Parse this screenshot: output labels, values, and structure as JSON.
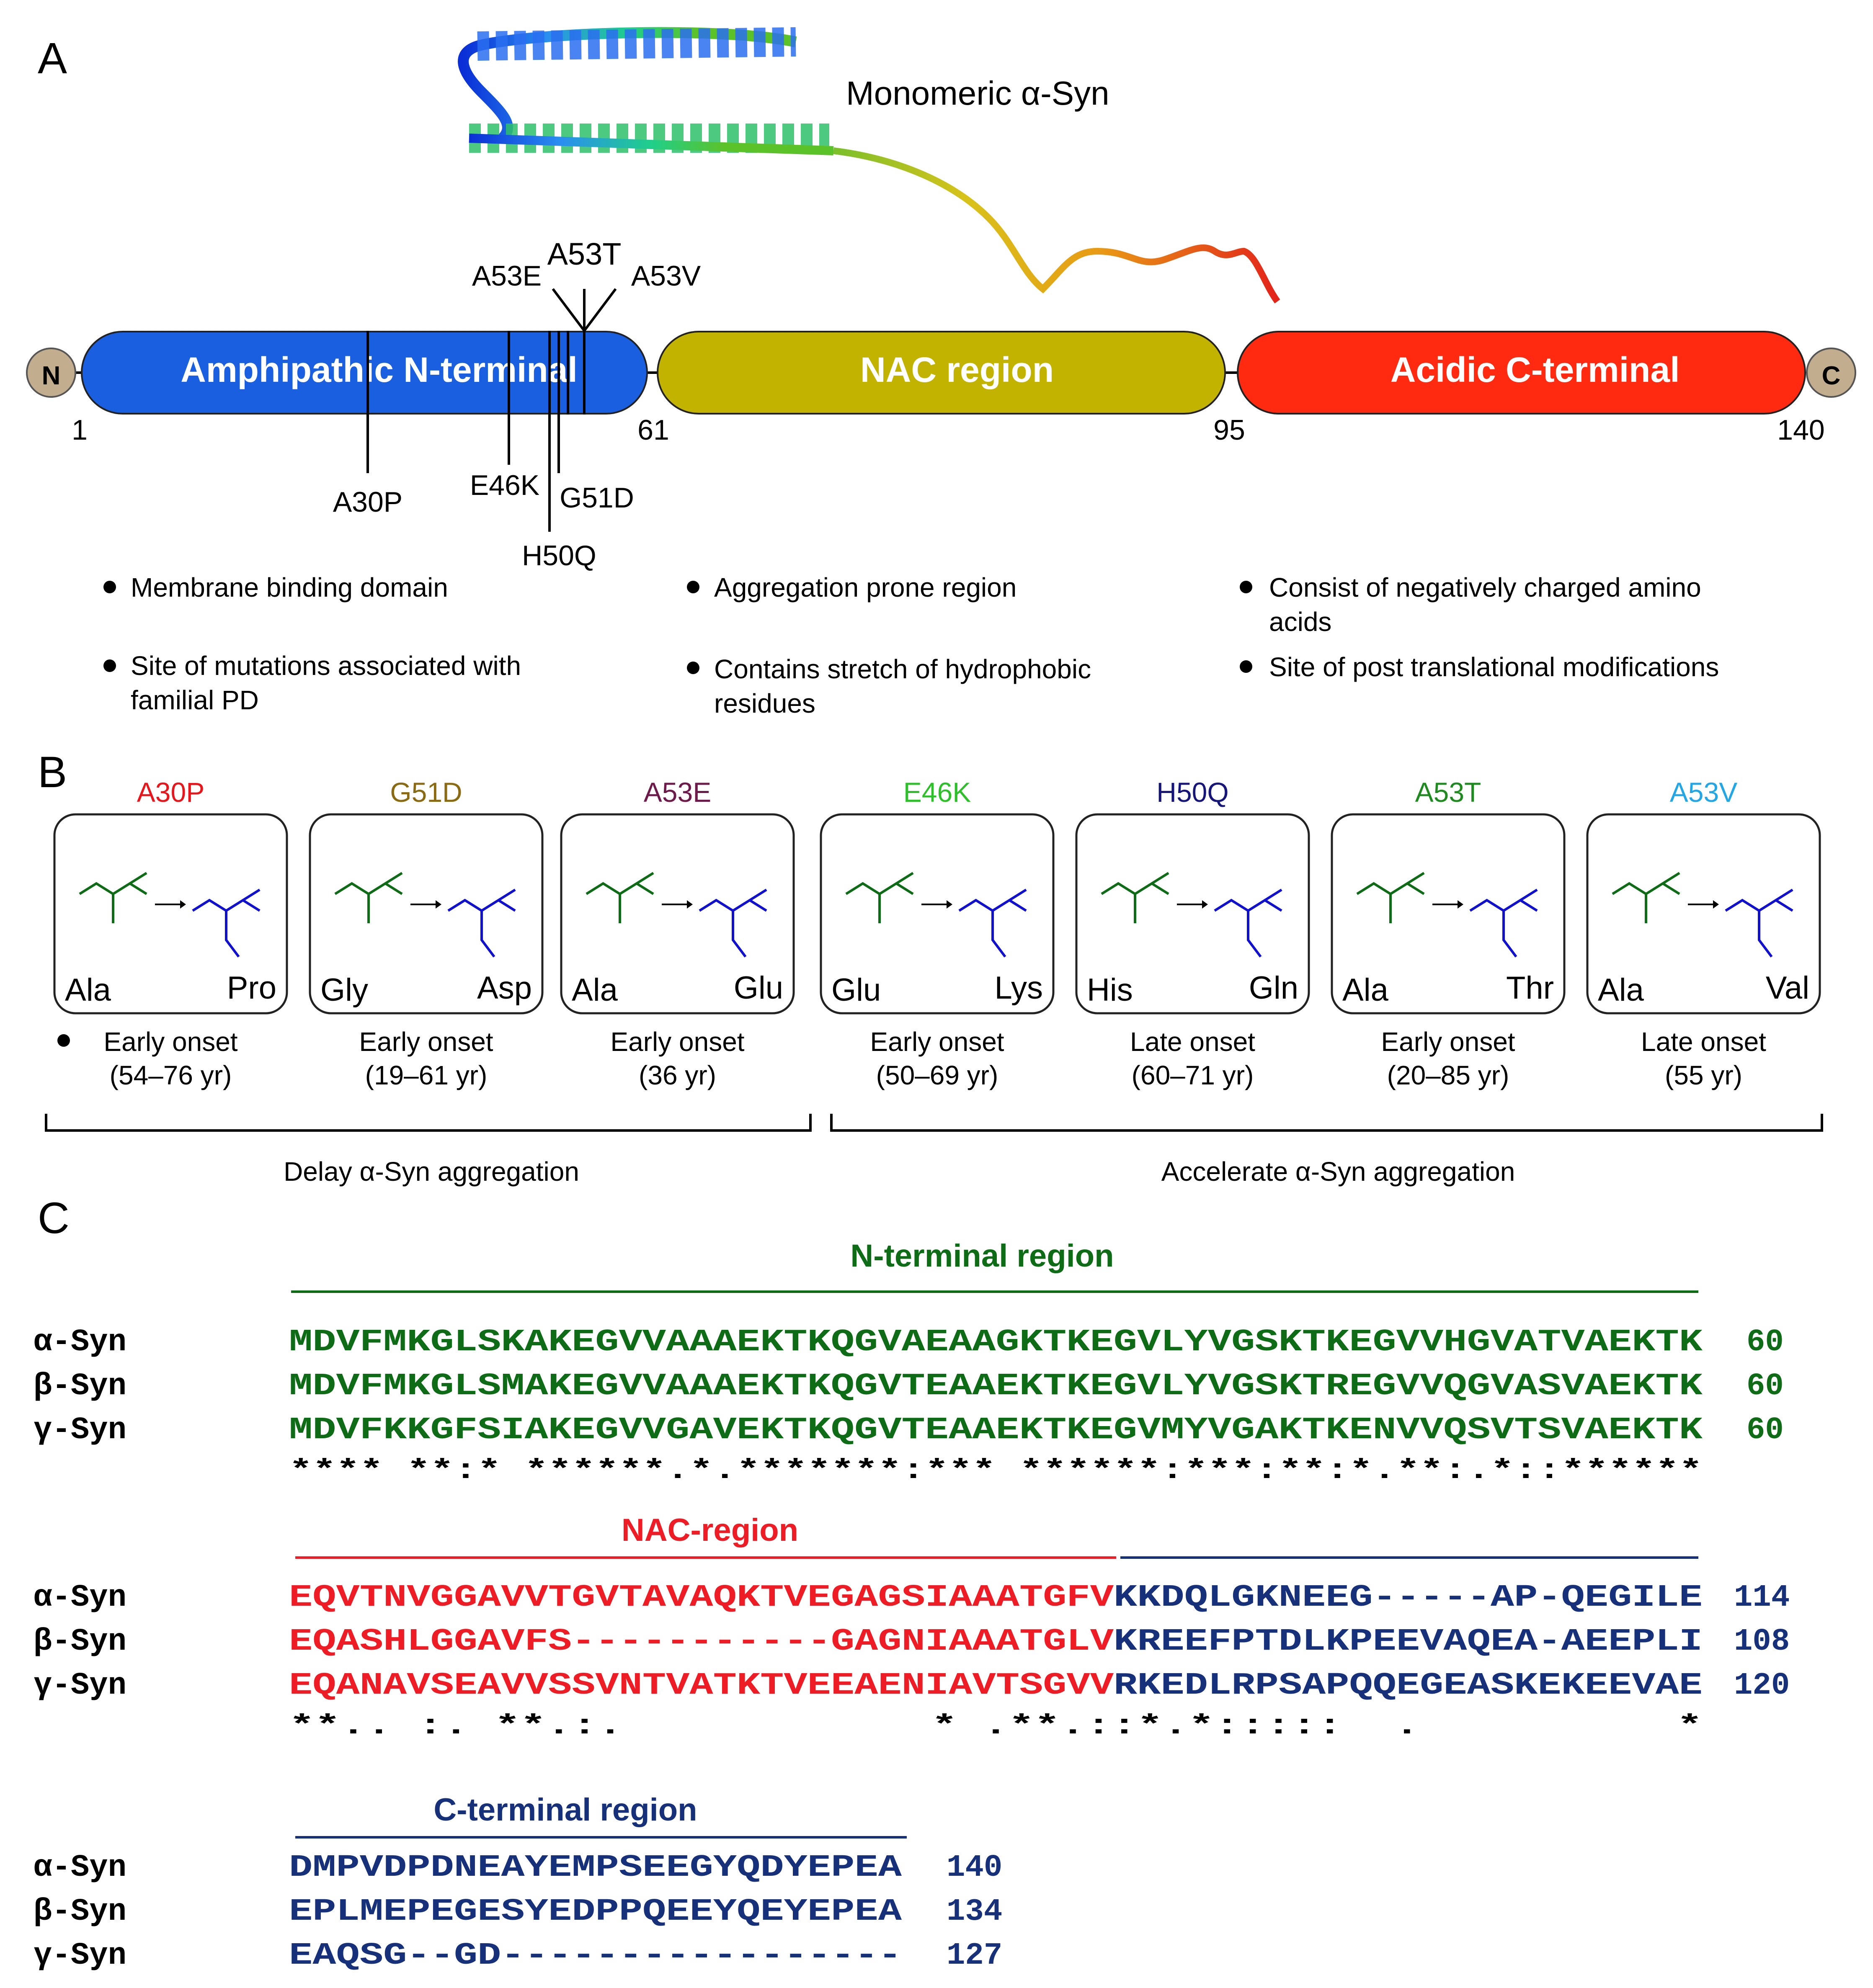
{
  "panels": {
    "a": "A",
    "b": "B",
    "c": "C"
  },
  "panel_a": {
    "structure_label": "Monomeric α-Syn",
    "terminals": {
      "n": "N",
      "c": "C"
    },
    "domains": [
      {
        "label": "Amphipathic N-terminal",
        "color": "#1a5fe0"
      },
      {
        "label": "NAC region",
        "color": "#c2b300"
      },
      {
        "label": "Acidic C-terminal",
        "color": "#ff2a10"
      }
    ],
    "positions": [
      "1",
      "61",
      "95",
      "140"
    ],
    "mutations_above": [
      "A53E",
      "A53T",
      "A53V"
    ],
    "mutations_below": [
      "A30P",
      "E46K",
      "G51D",
      "H50Q"
    ],
    "notes": [
      [
        "Membrane binding domain",
        "Site of mutations associated with familial PD"
      ],
      [
        "Aggregation prone region",
        "Contains stretch of hydrophobic residues"
      ],
      [
        "Consist of negatively charged amino acids",
        "Site of post translational modifications"
      ]
    ]
  },
  "panel_b": {
    "mutations": [
      {
        "name": "A30P",
        "color": "#e8151b",
        "from": "Ala",
        "to": "Pro",
        "onset": "Early onset",
        "age": "(54–76 yr)"
      },
      {
        "name": "G51D",
        "color": "#8a6a12",
        "from": "Gly",
        "to": "Asp",
        "onset": "Early onset",
        "age": "(19–61 yr)"
      },
      {
        "name": "A53E",
        "color": "#6d1a4a",
        "from": "Ala",
        "to": "Glu",
        "onset": "Early onset",
        "age": "(36 yr)"
      },
      {
        "name": "E46K",
        "color": "#2ec02a",
        "from": "Glu",
        "to": "Lys",
        "onset": "Early onset",
        "age": "(50–69 yr)"
      },
      {
        "name": "H50Q",
        "color": "#16167a",
        "from": "His",
        "to": "Gln",
        "onset": "Late onset",
        "age": "(60–71 yr)"
      },
      {
        "name": "A53T",
        "color": "#1f8a1f",
        "from": "Ala",
        "to": "Thr",
        "onset": "Early onset",
        "age": "(20–85 yr)"
      },
      {
        "name": "A53V",
        "color": "#23a6e6",
        "from": "Ala",
        "to": "Val",
        "onset": "Late onset",
        "age": "(55 yr)"
      }
    ],
    "groups": [
      "Delay α-Syn aggregation",
      "Accelerate α-Syn aggregation"
    ]
  },
  "panel_c": {
    "region_titles": {
      "n": "N-terminal region",
      "nac": "NAC-region",
      "c": "C-terminal region"
    },
    "proteins": [
      "α-Syn",
      "β-Syn",
      "γ-Syn"
    ],
    "block1": {
      "seqs": [
        "MDVFMKGLSKAKEGVVAAAEKTKQGVAEAAGKTKEGVLYVGSKTKEGVVHGVATVAEKTK",
        "MDVFMKGLSMAKEGVVAAAEKTKQGVTEAAEKTKEGVLYVGSKTREGVVQGVASVAEKTK",
        "MDVFKKGFSIAKEGVVGAVEKTKQGVTEAAEKTKEGVMYVGAKTKENVVQSVTSVAEKTK"
      ],
      "nums": [
        "60",
        "60",
        "60"
      ],
      "cons": "**** **:* ******.*.*******:*** ******:***:**:*.**:.*::******"
    },
    "block2": {
      "seqs_nac": [
        "EQVTNVGGAVVTGVTAVAQKTVEGAGSIAAATGFV",
        "EQASHLGGAVFS-----------GAGNIAAATGLV",
        "EQANAVSEAVVSSVNTVATKTVEEAENIAVTSGVV"
      ],
      "seqs_c": [
        "KKDQLGKNEEG-----AP-QEGILE",
        "KREEFPTDLKPEEVAQEA-AEEPLI",
        "RKEDLRPSAPQQEGEASKEKEEVAE"
      ],
      "nums": [
        "114",
        "108",
        "120"
      ],
      "cons": "**.. :. **.:.            * .**.::*.*:::::  .          *"
    },
    "block3": {
      "seqs": [
        "DMPVDPDNEAYEMPSEEGYQDYEPEA",
        "EPLMEPEGESYEDPPQEEYQEYEPEA",
        "EAQSG--GD-----------------"
      ],
      "nums": [
        "140",
        "134",
        "127"
      ]
    },
    "colors": {
      "n": "#0e6b16",
      "nac": "#ee1c24",
      "c": "#16307a"
    }
  }
}
